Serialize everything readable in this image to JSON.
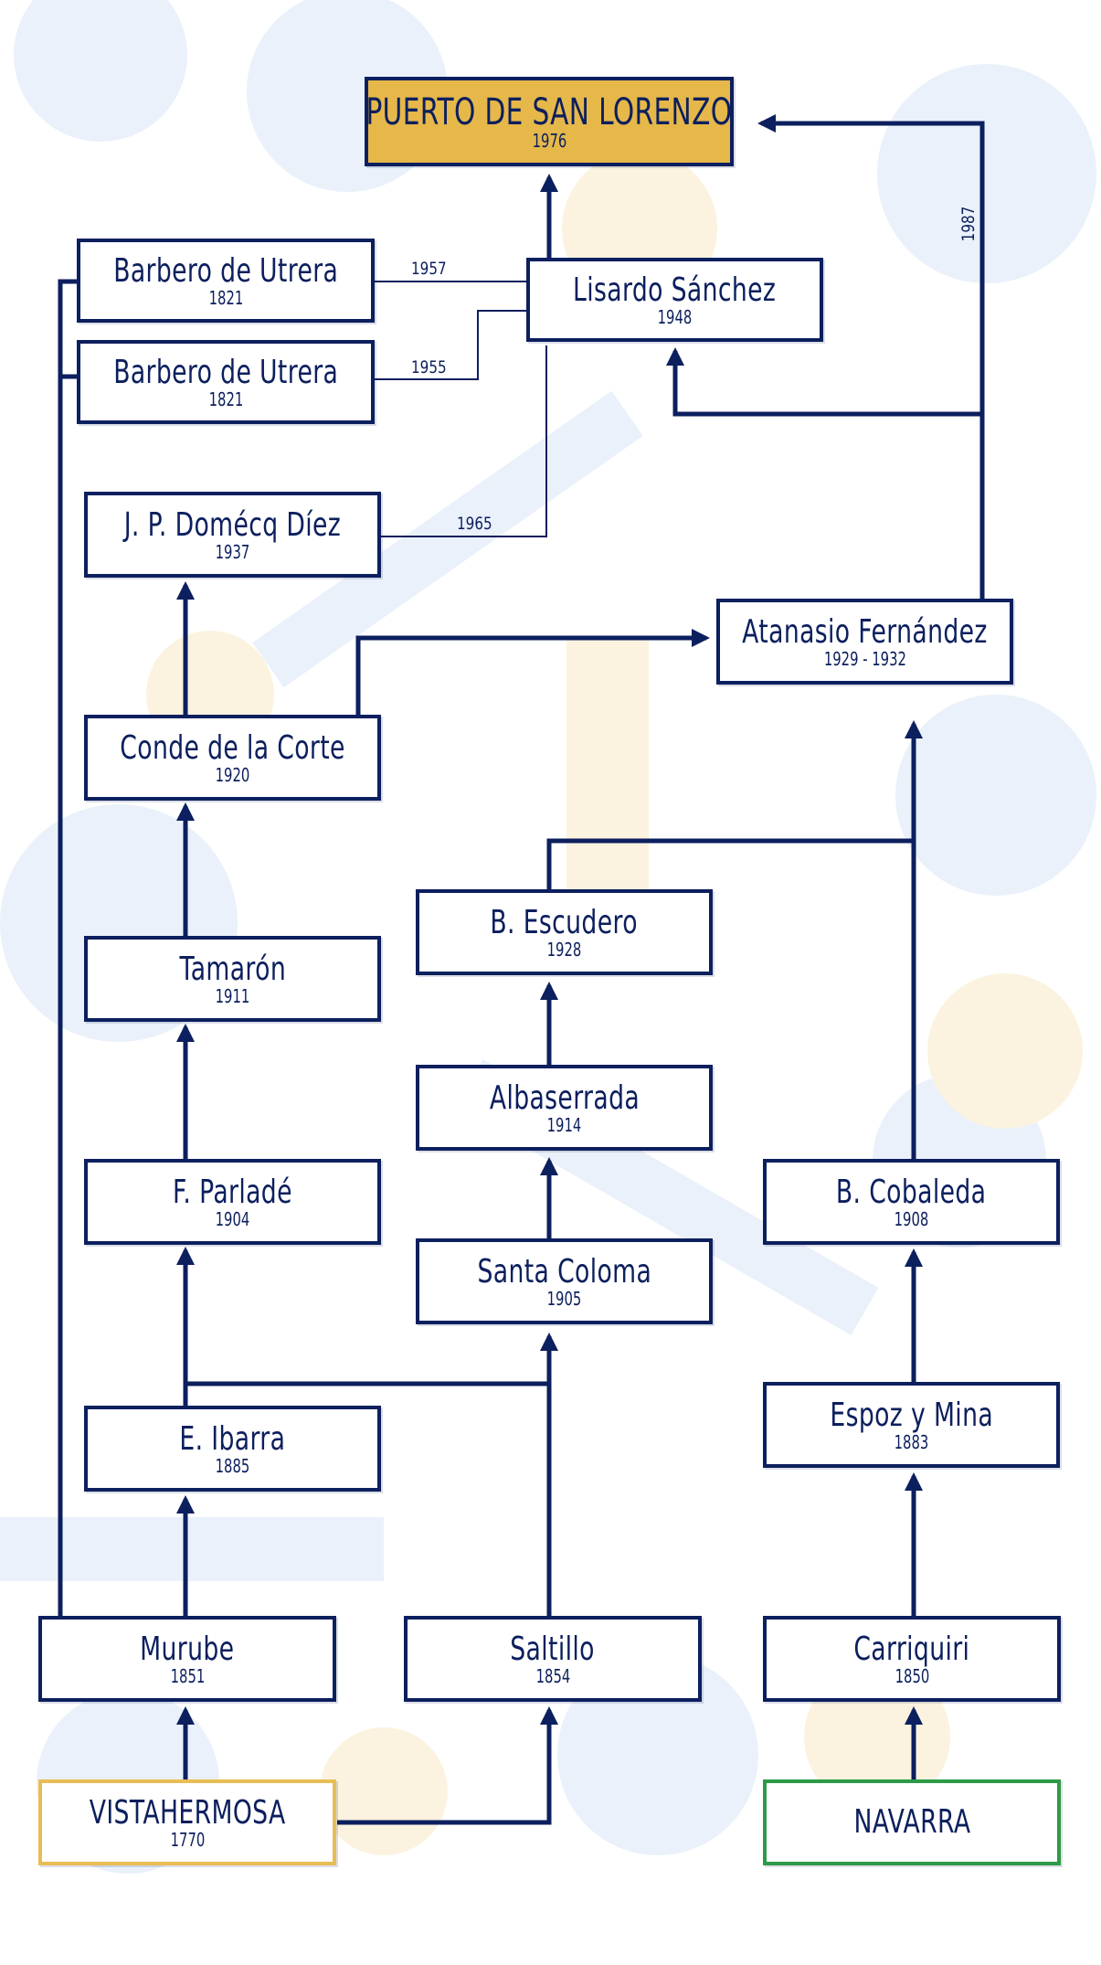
{
  "colors": {
    "line": "#0c1f5e",
    "accent_gold": "#e6b84a",
    "origin_gold": "#e8bd54",
    "origin_green": "#2d9a47"
  },
  "nodes": {
    "puerto": {
      "name": "PUERTO DE SAN LORENZO",
      "year": "1976"
    },
    "lisardo": {
      "name": "Lisardo Sánchez",
      "year": "1948"
    },
    "barbero1": {
      "name": "Barbero de Utrera",
      "year": "1821"
    },
    "barbero2": {
      "name": "Barbero de Utrera",
      "year": "1821"
    },
    "domecq": {
      "name": "J. P. Domécq Díez",
      "year": "1937"
    },
    "atanasio": {
      "name": "Atanasio Fernández",
      "year": "1929 - 1932"
    },
    "conde": {
      "name": "Conde de la Corte",
      "year": "1920"
    },
    "escudero": {
      "name": "B. Escudero",
      "year": "1928"
    },
    "tamaron": {
      "name": "Tamarón",
      "year": "1911"
    },
    "albaserrada": {
      "name": "Albaserrada",
      "year": "1914"
    },
    "parlade": {
      "name": "F. Parladé",
      "year": "1904"
    },
    "cobaleda": {
      "name": "B. Cobaleda",
      "year": "1908"
    },
    "santacoloma": {
      "name": "Santa Coloma",
      "year": "1905"
    },
    "ibarra": {
      "name": "E. Ibarra",
      "year": "1885"
    },
    "espoz": {
      "name": "Espoz y Mina",
      "year": "1883"
    },
    "murube": {
      "name": "Murube",
      "year": "1851"
    },
    "saltillo": {
      "name": "Saltillo",
      "year": "1854"
    },
    "carriquiri": {
      "name": "Carriquiri",
      "year": "1850"
    },
    "vistahermosa": {
      "name": "VISTAHERMOSA",
      "year": "1770"
    },
    "navarra": {
      "name": "NAVARRA",
      "year": ""
    }
  },
  "link_labels": {
    "b1957": "1957",
    "b1955": "1955",
    "d1965": "1965",
    "a1987": "1987"
  }
}
